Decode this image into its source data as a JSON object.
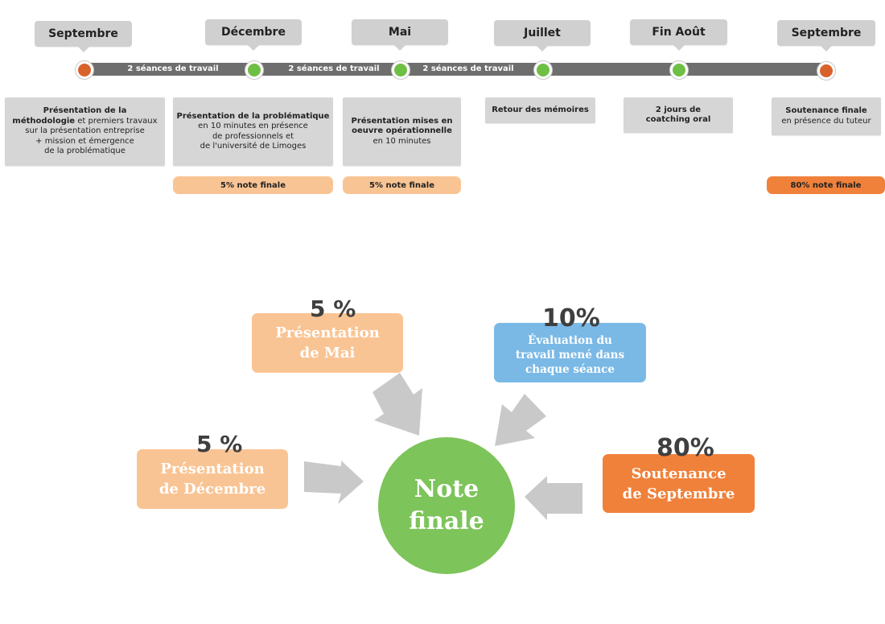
{
  "colors": {
    "gray_box": "#d6d6d6",
    "track": "#6e6e6e",
    "node_orange": "#d9622b",
    "node_green": "#6fbf44",
    "light_orange": "#f9c494",
    "orange": "#f0813a",
    "blue": "#7ab9e6",
    "green_circle": "#7dc45a",
    "arrow_gray": "#c9c9c9"
  },
  "timeline": {
    "months": [
      "Septembre",
      "Décembre",
      "Mai",
      "Juillet",
      "Fin Août",
      "Septembre"
    ],
    "track_labels": [
      "2 séances de travail",
      "2 séances de travail",
      "2 séances de travail"
    ],
    "events": [
      {
        "lines": [
          {
            "b": "Présentation de la"
          },
          {
            "b": "méthodologie",
            "t": " et premiers travaux"
          },
          {
            "t": "sur la présentation entreprise"
          },
          {
            "t": "+ mission et émergence"
          },
          {
            "t": "de la problématique"
          }
        ]
      },
      {
        "lines": [
          {
            "b": "Présentation de la problématique"
          },
          {
            "t": "en 10 minutes en présence"
          },
          {
            "t": "de professionnels et"
          },
          {
            "t": "de l'université de Limoges"
          }
        ]
      },
      {
        "lines": [
          {
            "b": "Présentation mises en"
          },
          {
            "b": "oeuvre opérationnelle"
          },
          {
            "t": "en 10 minutes"
          }
        ]
      },
      {
        "lines": [
          {
            "b": "Retour des mémoires"
          }
        ]
      },
      {
        "lines": [
          {
            "b": "2 jours de"
          },
          {
            "b": "coatching oral"
          }
        ]
      },
      {
        "lines": [
          {
            "b": "Soutenance finale"
          },
          {
            "t": "en présence du tuteur"
          }
        ]
      }
    ],
    "weights": [
      {
        "label": "5%  note finale",
        "event": 1
      },
      {
        "label": "5%  note finale",
        "event": 2
      },
      {
        "label": "80%  note finale",
        "event": 5
      }
    ]
  },
  "diagram": {
    "center": {
      "line1": "Note",
      "line2": "finale"
    },
    "inputs": [
      {
        "id": "mai",
        "percent": "5 %",
        "line1": "Présentation",
        "line2": "de Mai",
        "line3": ""
      },
      {
        "id": "seance",
        "percent": "10%",
        "line1": "Évaluation du",
        "line2": "travail mené dans",
        "line3": "chaque séance"
      },
      {
        "id": "decembre",
        "percent": "5 %",
        "line1": "Présentation",
        "line2": "de Décembre",
        "line3": ""
      },
      {
        "id": "septembre",
        "percent": "80%",
        "line1": "Soutenance",
        "line2": "de Septembre",
        "line3": ""
      }
    ]
  }
}
